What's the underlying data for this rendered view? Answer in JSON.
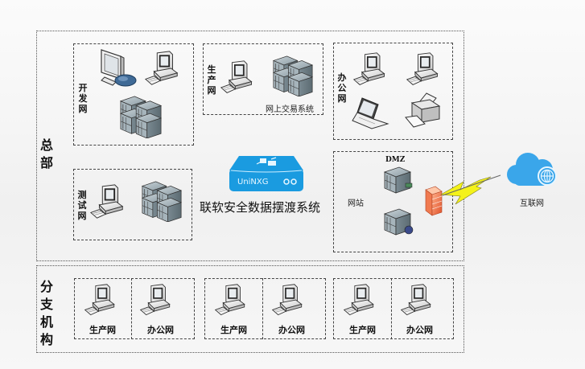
{
  "title": "联软安全数据摆渡系统网络拓扑",
  "headquarters": {
    "label": "总部",
    "zones": {
      "dev": {
        "label": "开发网",
        "devices": [
          "monitor-with-cloud",
          "desktop-pc",
          "server-cluster"
        ]
      },
      "production": {
        "label": "生产网",
        "caption": "网上交易系统",
        "devices": [
          "desktop-pc",
          "server-cluster"
        ]
      },
      "office": {
        "label": "办公网",
        "devices": [
          "desktop-pc",
          "desktop-pc",
          "laptop",
          "printer"
        ]
      },
      "test": {
        "label": "测试网",
        "devices": [
          "desktop-pc",
          "server-cluster"
        ]
      },
      "dmz": {
        "label": "DMZ",
        "site_label": "网站",
        "devices": [
          "server",
          "web-server",
          "firewall"
        ]
      }
    },
    "gateway": {
      "device_text": "UniNXG",
      "caption": "联软安全数据摆渡系统",
      "color": "#1a9be0"
    }
  },
  "internet": {
    "label": "互联网",
    "color": "#3aa6ea"
  },
  "branches": {
    "label": "分支机构",
    "groups": [
      {
        "left": "生产网",
        "right": "办公网"
      },
      {
        "left": "生产网",
        "right": "办公网"
      },
      {
        "left": "生产网",
        "right": "办公网"
      }
    ]
  }
}
